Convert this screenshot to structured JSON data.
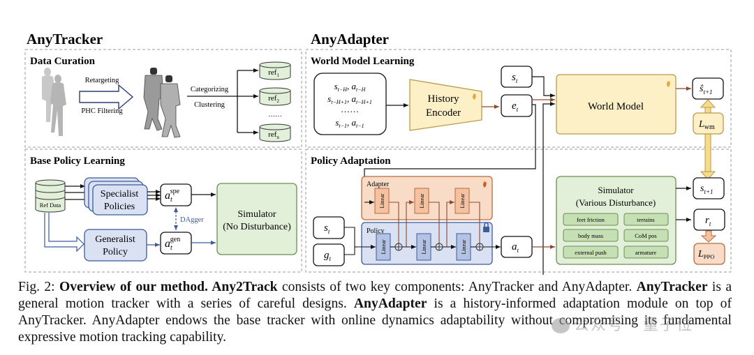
{
  "anytracker": {
    "title": "AnyTracker",
    "data_curation": {
      "title": "Data Curation",
      "arrow_top_label": "Retargeting",
      "arrow_bottom_label": "PHC Filtering",
      "branch_top_label": "Categorizing",
      "branch_bottom_label": "Clustering",
      "refs": [
        "ref",
        "ref",
        "ref"
      ],
      "ref_subscripts": [
        "1",
        "2",
        "n"
      ],
      "ellipsis": "……"
    },
    "base_policy": {
      "title": "Base Policy Learning",
      "ref_data_label": "Ref Data",
      "specialist_line1": "Specialist",
      "specialist_line2": "Policies",
      "generalist_line1": "Generalist",
      "generalist_line2": "Policy",
      "a_spe_base": "a",
      "a_spe_sub": "t",
      "a_spe_sup": "spe",
      "a_gen_base": "a",
      "a_gen_sub": "t",
      "a_gen_sup": "gen",
      "dagger_label": "DAgger",
      "simulator_line1": "Simulator",
      "simulator_line2": "(No Disturbance)"
    }
  },
  "anyadapter": {
    "title": "AnyAdapter",
    "world_model_learning": {
      "title": "World Model Learning",
      "history_rows": [
        "sₜ₋ₕ, aₜ₋ₕ",
        "sₜ₋ₕ₊₁, aₜ₋ₕ₊₁",
        "……",
        "sₜ₋₁, aₜ₋₁"
      ],
      "history_rows_plain": [
        {
          "s": "s",
          "s_sub": "t−H",
          "a": "a",
          "a_sub": "t−H"
        },
        {
          "s": "s",
          "s_sub": "t−H+1",
          "a": "a",
          "a_sub": "t−H+1"
        },
        {
          "dots": "……"
        },
        {
          "s": "s",
          "s_sub": "t−1",
          "a": "a",
          "a_sub": "t−1"
        }
      ],
      "encoder_line1": "History",
      "encoder_line2": "Encoder",
      "s_t": {
        "base": "s",
        "sub": "t"
      },
      "e_t": {
        "base": "e",
        "sub": "t"
      },
      "world_model_label": "World Model",
      "s_hat": {
        "base": "ŝ",
        "sub": "t+1"
      },
      "l_wm": {
        "base": "L",
        "sub": "wm"
      }
    },
    "policy_adaptation": {
      "title": "Policy Adaptation",
      "adapter_label": "Adapter",
      "policy_label": "Policy",
      "linear_label": "Linear",
      "s_t": {
        "base": "s",
        "sub": "t"
      },
      "g_t": {
        "base": "g",
        "sub": "t"
      },
      "a_t": {
        "base": "a",
        "sub": "t"
      },
      "simulator_line1": "Simulator",
      "simulator_line2": "(Various Disturbance)",
      "disturbances": [
        "feet friction",
        "terrains",
        "body mass",
        "CoM pos",
        "external push",
        "armature"
      ],
      "s_next": {
        "base": "s",
        "sub": "t+1"
      },
      "r_t": {
        "base": "r",
        "sub": "t"
      },
      "l_ppo": {
        "base": "L",
        "sub": "PPO"
      }
    }
  },
  "caption": {
    "prefix": "Fig. 2: ",
    "bold1": "Overview of our method. Any2Track",
    "text1": " consists of two key components: AnyTracker and AnyAdapter. ",
    "bold2": "AnyTracker",
    "text2": " is a general motion tracker with a series of careful designs. ",
    "bold3": "AnyAdapter",
    "text3": " is a history-informed adaptation module on top of AnyTracker. AnyAdapter endows the base tracker with online dynamics adaptability without compromising its fundamental expressive motion tracking capability."
  },
  "watermark": "公众号 · 量子位",
  "colors": {
    "green_fill": "#e2efd9",
    "green_stroke": "#6a8f52",
    "yellow_fill": "#fdf0c7",
    "yellow_stroke": "#b89a4a",
    "blue_fill": "#d9e1f2",
    "blue_stroke": "#3d5a99",
    "orange_fill": "#f9dcc8",
    "orange_stroke": "#b86a3c",
    "brown_arrow": "#8b4a2b",
    "blue_arrow": "#3d5a99"
  }
}
